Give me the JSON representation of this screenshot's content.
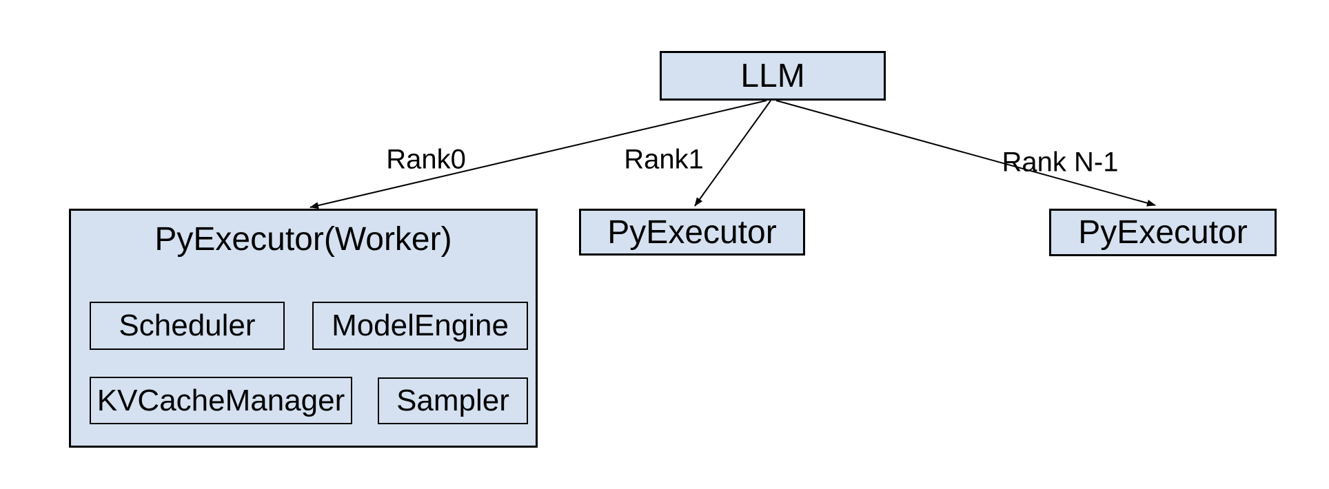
{
  "diagram": {
    "root": {
      "label": "LLM"
    },
    "edges": [
      {
        "label": "Rank0"
      },
      {
        "label": "Rank1"
      },
      {
        "label": "Rank N-1"
      }
    ],
    "workers": [
      {
        "title": "PyExecutor(Worker)",
        "components": [
          "Scheduler",
          "ModelEngine",
          "KVCacheManager",
          "Sampler"
        ]
      },
      {
        "title": "PyExecutor"
      },
      {
        "title": "PyExecutor"
      }
    ],
    "colors": {
      "fill": "#d5e1f0",
      "border": "#000000",
      "text": "#000000",
      "background": "#ffffff"
    }
  }
}
